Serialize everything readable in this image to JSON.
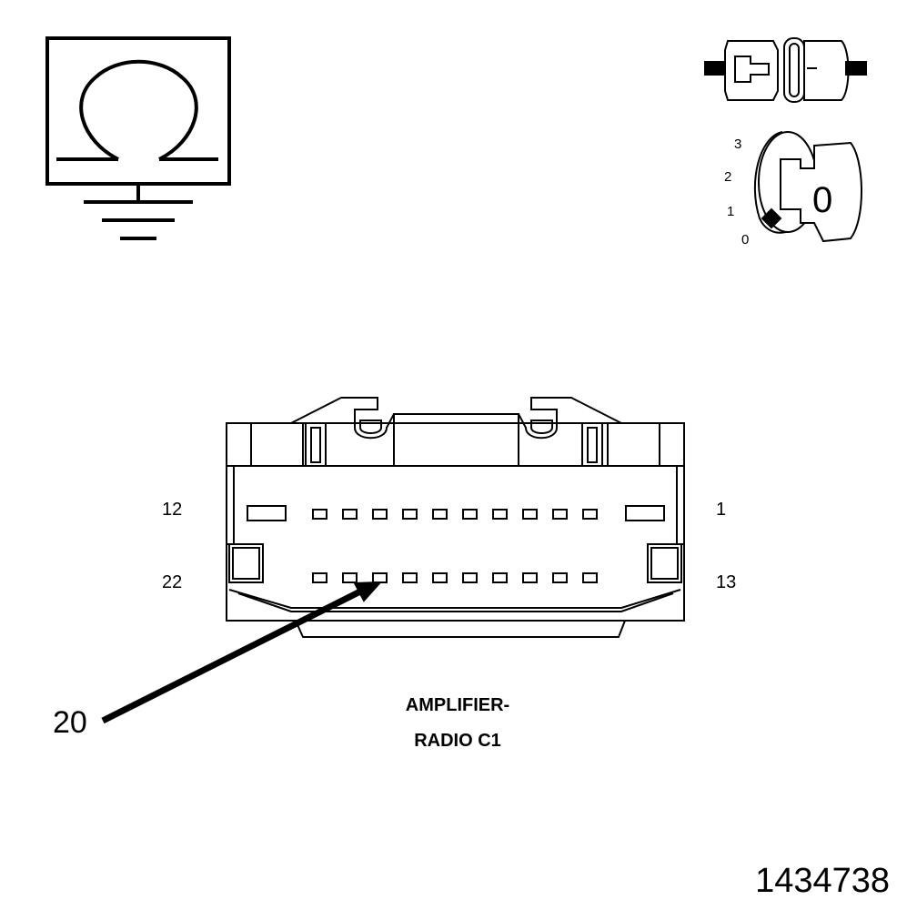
{
  "ohmmeter": {
    "icon": "ohmmeter-ground-icon"
  },
  "connector_icon": {
    "icon": "disconnected-connector-icon"
  },
  "ignition": {
    "icon": "ignition-key-icon",
    "positions": [
      "3",
      "2",
      "1",
      "0"
    ],
    "key_position": "0"
  },
  "connector": {
    "pin_labels": {
      "top_left": "12",
      "top_right": "1",
      "bottom_left": "22",
      "bottom_right": "13"
    },
    "top_row_pins": 10,
    "bottom_row_pins": 10,
    "callout_label": "20",
    "name_line1": "AMPLIFIER-",
    "name_line2": "RADIO C1"
  },
  "figure_number": "1434738"
}
